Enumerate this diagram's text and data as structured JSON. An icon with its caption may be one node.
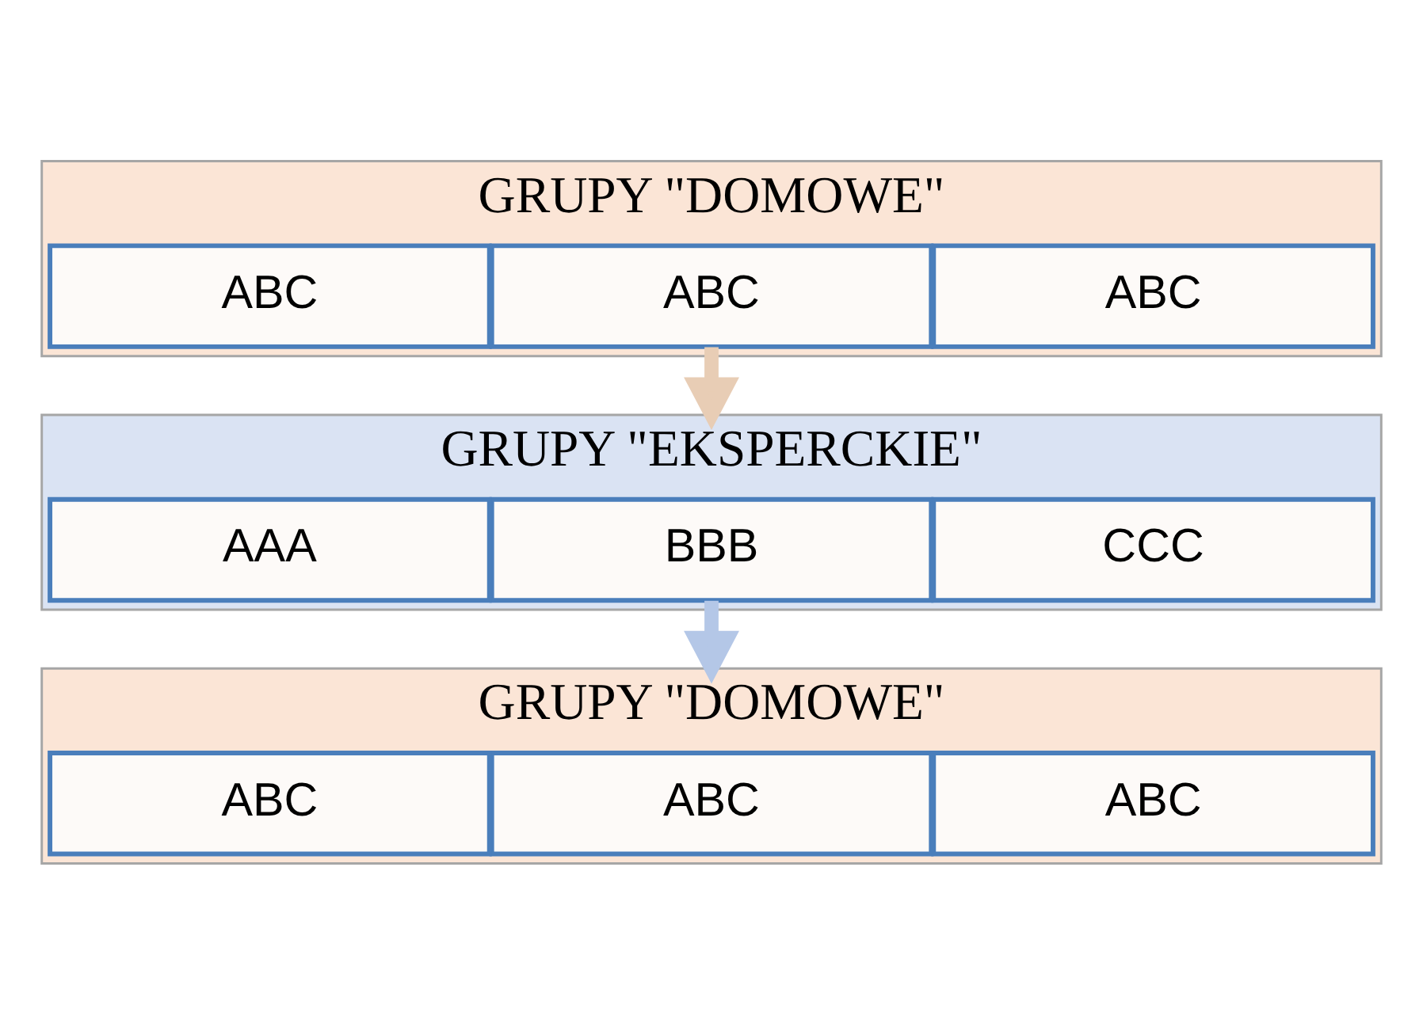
{
  "diagram": {
    "nodes": [
      {
        "text": [
          "GRUPY \"DOMOWE\""
        ]
      },
      {
        "text": [
          "ABC"
        ],
        "in": 0
      },
      {
        "text": [
          "ABC"
        ],
        "in": 0
      },
      {
        "text": [
          "ABC"
        ],
        "in": 0
      },
      {
        "text": [
          "GRUPY \"EKSPERCKIE\""
        ]
      },
      {
        "text": [
          "AAA"
        ],
        "in": 4
      },
      {
        "text": [
          "BBB"
        ],
        "in": 4
      },
      {
        "text": [
          "CCC"
        ],
        "in": 4
      },
      {
        "text": [
          "GRUPY \"DOMOWE\""
        ]
      },
      {
        "text": [
          "ABC"
        ],
        "in": 8
      },
      {
        "text": [
          "ABC"
        ],
        "in": 8
      },
      {
        "text": [
          "ABC"
        ],
        "in": 8
      }
    ],
    "edges": [
      {
        "from": 0,
        "to": 4,
        "arrow": "to"
      },
      {
        "from": 4,
        "to": 8,
        "arrow": "to"
      }
    ]
  }
}
